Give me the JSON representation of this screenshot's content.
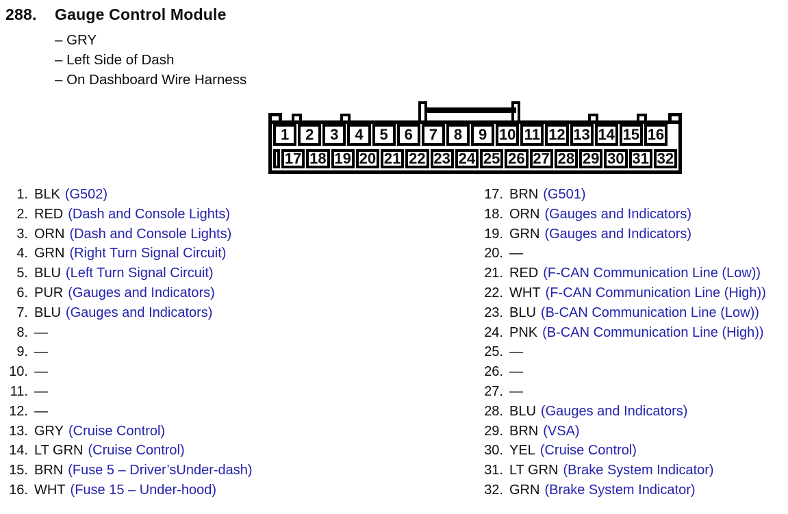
{
  "header": {
    "number": "288.",
    "title": "Gauge Control Module",
    "details": [
      "– GRY",
      "– Left Side of Dash",
      "– On Dashboard Wire Harness"
    ]
  },
  "connector": {
    "top_pins": [
      "1",
      "2",
      "3",
      "4",
      "5",
      "6",
      "7",
      "8",
      "9",
      "10",
      "11",
      "12",
      "13",
      "14",
      "15",
      "16"
    ],
    "bottom_pins": [
      "17",
      "18",
      "19",
      "20",
      "21",
      "22",
      "23",
      "24",
      "25",
      "26",
      "27",
      "28",
      "29",
      "30",
      "31",
      "32"
    ]
  },
  "pins_left": [
    {
      "num": "1.",
      "wire": "BLK",
      "circuit": "(G502)"
    },
    {
      "num": "2.",
      "wire": "RED",
      "circuit": "(Dash and Console Lights)"
    },
    {
      "num": "3.",
      "wire": "ORN",
      "circuit": "(Dash and Console Lights)"
    },
    {
      "num": "4.",
      "wire": "GRN",
      "circuit": "(Right Turn Signal Circuit)"
    },
    {
      "num": "5.",
      "wire": "BLU",
      "circuit": "(Left Turn Signal Circuit)"
    },
    {
      "num": "6.",
      "wire": "PUR",
      "circuit": "(Gauges and Indicators)"
    },
    {
      "num": "7.",
      "wire": "BLU",
      "circuit": "(Gauges and Indicators)"
    },
    {
      "num": "8.",
      "wire": "—",
      "circuit": ""
    },
    {
      "num": "9.",
      "wire": "—",
      "circuit": ""
    },
    {
      "num": "10.",
      "wire": "—",
      "circuit": ""
    },
    {
      "num": "11.",
      "wire": "—",
      "circuit": ""
    },
    {
      "num": "12.",
      "wire": "—",
      "circuit": ""
    },
    {
      "num": "13.",
      "wire": "GRY",
      "circuit": "(Cruise Control)"
    },
    {
      "num": "14.",
      "wire": "LT GRN",
      "circuit": "(Cruise Control)"
    },
    {
      "num": "15.",
      "wire": "BRN",
      "circuit": "(Fuse 5 – Driver’sUnder-dash)"
    },
    {
      "num": "16.",
      "wire": "WHT",
      "circuit": "(Fuse 15 – Under-hood)"
    }
  ],
  "pins_right": [
    {
      "num": "17.",
      "wire": "BRN",
      "circuit": "(G501)"
    },
    {
      "num": "18.",
      "wire": "ORN",
      "circuit": "(Gauges and Indicators)"
    },
    {
      "num": "19.",
      "wire": "GRN",
      "circuit": "(Gauges and Indicators)"
    },
    {
      "num": "20.",
      "wire": "—",
      "circuit": ""
    },
    {
      "num": "21.",
      "wire": "RED",
      "circuit": "(F-CAN Communication Line (Low))"
    },
    {
      "num": "22.",
      "wire": "WHT",
      "circuit": "(F-CAN Communication Line (High))"
    },
    {
      "num": "23.",
      "wire": "BLU",
      "circuit": "(B-CAN Communication Line (Low))"
    },
    {
      "num": "24.",
      "wire": "PNK",
      "circuit": "(B-CAN Communication Line (High))"
    },
    {
      "num": "25.",
      "wire": "—",
      "circuit": ""
    },
    {
      "num": "26.",
      "wire": "—",
      "circuit": ""
    },
    {
      "num": "27.",
      "wire": "—",
      "circuit": ""
    },
    {
      "num": "28.",
      "wire": "BLU",
      "circuit": "(Gauges and Indicators)"
    },
    {
      "num": "29.",
      "wire": "BRN",
      "circuit": "(VSA)"
    },
    {
      "num": "30.",
      "wire": "YEL",
      "circuit": "(Cruise Control)"
    },
    {
      "num": "31.",
      "wire": "LT GRN",
      "circuit": "(Brake System Indicator)"
    },
    {
      "num": "32.",
      "wire": "GRN",
      "circuit": "(Brake System Indicator)"
    }
  ],
  "colors": {
    "circuit_blue": "#2323ae",
    "ink_black": "#0e0e0e",
    "connector_line": "#000000"
  }
}
